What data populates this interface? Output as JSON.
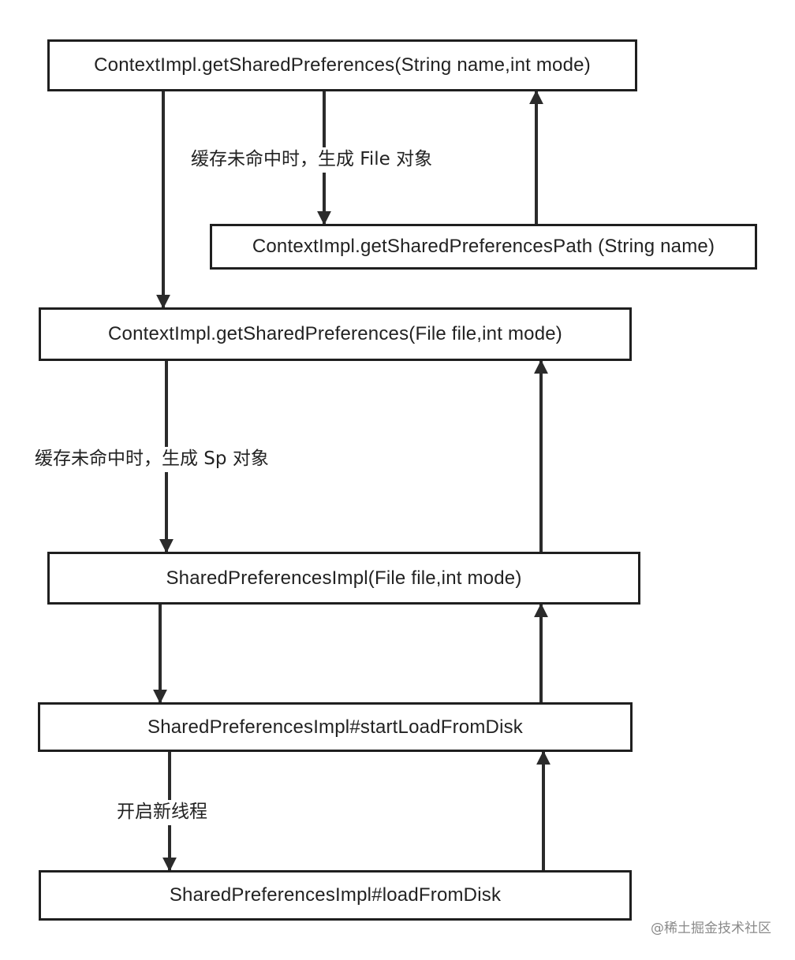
{
  "nodes": {
    "get_sp_by_name": "ContextImpl.getSharedPreferences(String name,int mode)",
    "get_sp_path": "ContextImpl.getSharedPreferencesPath (String name)",
    "get_sp_by_file": "ContextImpl.getSharedPreferences(File file,int mode)",
    "sp_impl_ctor": "SharedPreferencesImpl(File file,int mode)",
    "start_load_from_disk": "SharedPreferencesImpl#startLoadFromDisk",
    "load_from_disk": "SharedPreferencesImpl#loadFromDisk"
  },
  "edge_labels": {
    "create_file": "缓存未命中时，生成 File 对象",
    "create_sp": "缓存未命中时，生成 Sp 对象",
    "new_thread": "开启新线程"
  },
  "watermark": "@稀土掘金技术社区",
  "colors": {
    "line": "#2b2b2b",
    "border": "#1f1f1f",
    "text": "#222222"
  }
}
